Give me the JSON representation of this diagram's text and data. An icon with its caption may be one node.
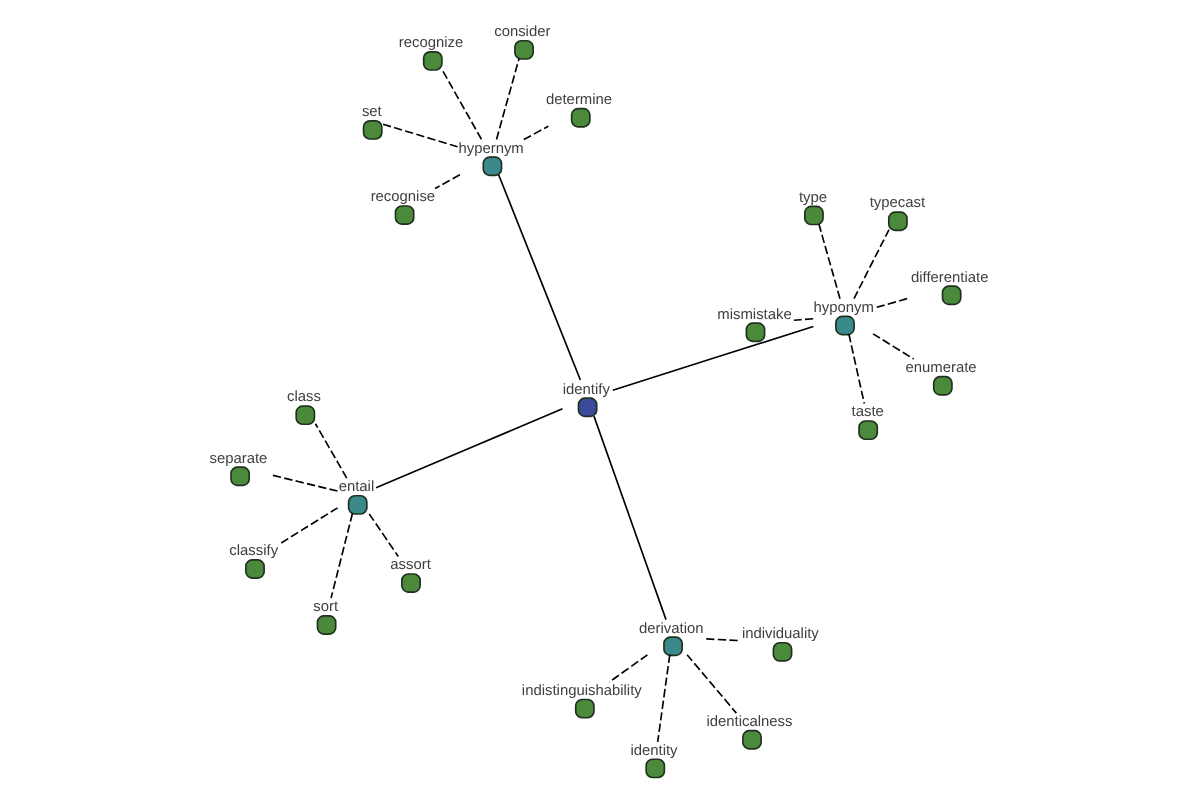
{
  "diagram": {
    "nodes": [
      {
        "text": [
          "identify"
        ]
      },
      {
        "text": [
          "entail"
        ]
      },
      {
        "text": [
          "sort"
        ]
      },
      {
        "text": [
          "class"
        ]
      },
      {
        "text": [
          "assort"
        ]
      },
      {
        "text": [
          "separate"
        ]
      },
      {
        "text": [
          "classify"
        ]
      },
      {
        "text": [
          "derivation"
        ]
      },
      {
        "text": [
          "identity"
        ]
      },
      {
        "text": [
          "individuality"
        ]
      },
      {
        "text": [
          "identicalness"
        ]
      },
      {
        "text": [
          "indistinguishability"
        ]
      },
      {
        "text": [
          "hyponym"
        ]
      },
      {
        "text": [
          "differentiate"
        ]
      },
      {
        "text": [
          "typecast"
        ]
      },
      {
        "text": [
          "taste"
        ]
      },
      {
        "text": [
          "enumerate"
        ]
      },
      {
        "text": [
          "type"
        ]
      },
      {
        "text": [
          "mismistake"
        ]
      },
      {
        "text": [
          "hypernym"
        ]
      },
      {
        "text": [
          "recognise"
        ]
      },
      {
        "text": [
          "set"
        ]
      },
      {
        "text": [
          "determine"
        ]
      },
      {
        "text": [
          "consider"
        ]
      },
      {
        "text": [
          "recognize"
        ]
      }
    ],
    "edges": [
      {
        "from": 0,
        "to": 1,
        "arrow": "none"
      },
      {
        "from": 0,
        "to": 7,
        "arrow": "none"
      },
      {
        "from": 0,
        "to": 12,
        "arrow": "none"
      },
      {
        "from": 0,
        "to": 19,
        "arrow": "none"
      },
      {
        "from": 1,
        "to": 2,
        "arrow": "none",
        "style": "dashed"
      },
      {
        "from": 1,
        "to": 3,
        "arrow": "none",
        "style": "dashed"
      },
      {
        "from": 1,
        "to": 4,
        "arrow": "none",
        "style": "dashed"
      },
      {
        "from": 1,
        "to": 5,
        "arrow": "none",
        "style": "dashed"
      },
      {
        "from": 1,
        "to": 6,
        "arrow": "none",
        "style": "dashed"
      },
      {
        "from": 7,
        "to": 8,
        "arrow": "none",
        "style": "dashed"
      },
      {
        "from": 7,
        "to": 9,
        "arrow": "none",
        "style": "dashed"
      },
      {
        "from": 7,
        "to": 10,
        "arrow": "none",
        "style": "dashed"
      },
      {
        "from": 7,
        "to": 11,
        "arrow": "none",
        "style": "dashed"
      },
      {
        "from": 12,
        "to": 13,
        "arrow": "none",
        "style": "dashed"
      },
      {
        "from": 12,
        "to": 14,
        "arrow": "none",
        "style": "dashed"
      },
      {
        "from": 12,
        "to": 15,
        "arrow": "none",
        "style": "dashed"
      },
      {
        "from": 12,
        "to": 16,
        "arrow": "none",
        "style": "dashed"
      },
      {
        "from": 12,
        "to": 17,
        "arrow": "none",
        "style": "dashed"
      },
      {
        "from": 12,
        "to": 18,
        "arrow": "none",
        "style": "dashed"
      },
      {
        "from": 19,
        "to": 20,
        "arrow": "none",
        "style": "dashed"
      },
      {
        "from": 19,
        "to": 21,
        "arrow": "none",
        "style": "dashed"
      },
      {
        "from": 19,
        "to": 22,
        "arrow": "none",
        "style": "dashed"
      },
      {
        "from": 19,
        "to": 23,
        "arrow": "none",
        "style": "dashed"
      },
      {
        "from": 19,
        "to": 24,
        "arrow": "none",
        "style": "dashed"
      }
    ]
  }
}
